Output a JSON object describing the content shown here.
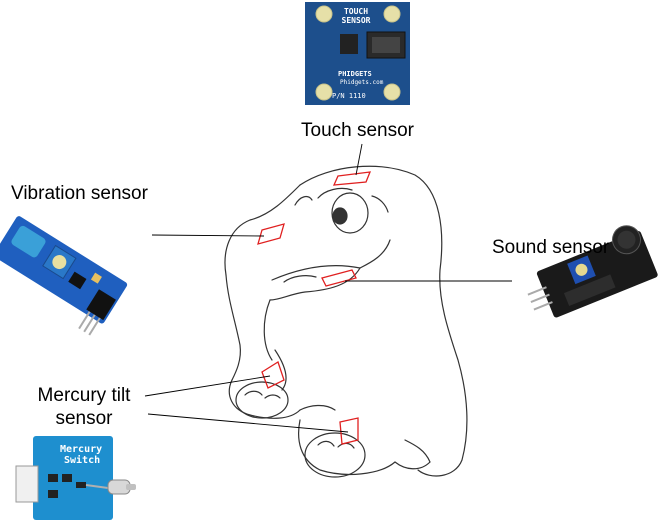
{
  "labels": {
    "touch": "Touch sensor",
    "vibration": "Vibration sensor",
    "sound": "Sound sensor",
    "mercury_line1": "Mercury tilt",
    "mercury_line2": "sensor"
  },
  "touch_board": {
    "title_line1": "TOUCH",
    "title_line2": "SENSOR",
    "brand": "PHIDGETS",
    "url": "Phidgets.com",
    "part": "P/N 1110"
  },
  "mercury_board": {
    "line1": "Mercury",
    "line2": "Switch"
  },
  "colors": {
    "marker": "#e02020",
    "sketch": "#333333",
    "phidget_blue": "#1d4f8c",
    "vib_blue": "#1f5fbf",
    "sound_black": "#1a1a1a",
    "mercury_blue": "#1e8fcf"
  }
}
